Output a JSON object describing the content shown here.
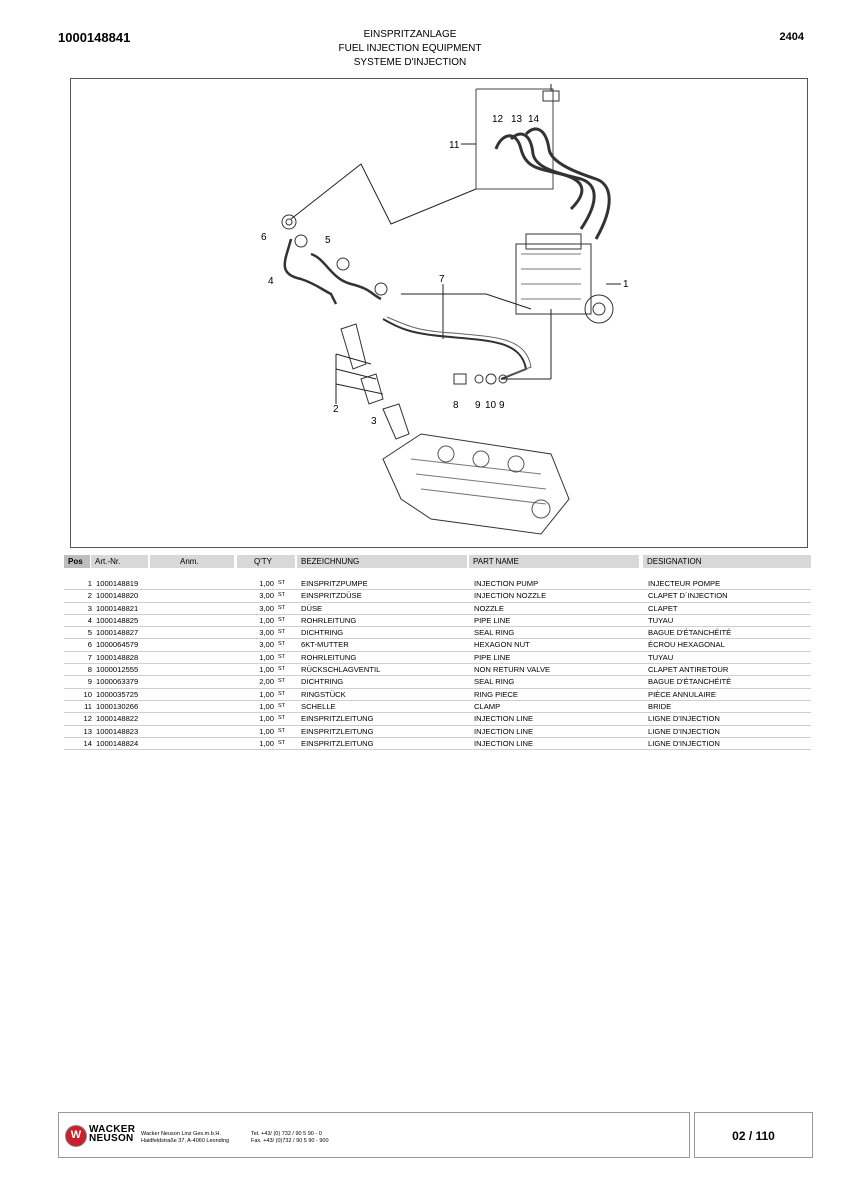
{
  "header": {
    "doc_number": "1000148841",
    "page_code": "2404",
    "title_de": "EINSPRITZANLAGE",
    "title_en": "FUEL INJECTION EQUIPMENT",
    "title_fr": "SYSTEME D'INJECTION"
  },
  "diagram": {
    "callouts": [
      "1",
      "2",
      "3",
      "4",
      "5",
      "6",
      "7",
      "8",
      "9",
      "10",
      "9",
      "11",
      "12",
      "13",
      "14"
    ]
  },
  "table": {
    "columns": {
      "pos": "Pos",
      "art": "Art.-Nr.",
      "anm": "Anm.",
      "qty": "Q'TY",
      "de": "BEZEICHNUNG",
      "en": "PART NAME",
      "fr": "DESIGNATION"
    },
    "rows": [
      {
        "pos": "1",
        "art": "1000148819",
        "qty": "1,00",
        "unit": "ST",
        "de": "EINSPRITZPUMPE",
        "en": "INJECTION PUMP",
        "fr": "INJECTEUR POMPE"
      },
      {
        "pos": "2",
        "art": "1000148820",
        "qty": "3,00",
        "unit": "ST",
        "de": "EINSPRITZDÜSE",
        "en": "INJECTION NOZZLE",
        "fr": "CLAPET D´INJECTION"
      },
      {
        "pos": "3",
        "art": "1000148821",
        "qty": "3,00",
        "unit": "ST",
        "de": "DÜSE",
        "en": "NOZZLE",
        "fr": "CLAPET"
      },
      {
        "pos": "4",
        "art": "1000148825",
        "qty": "1,00",
        "unit": "ST",
        "de": "ROHRLEITUNG",
        "en": "PIPE LINE",
        "fr": "TUYAU"
      },
      {
        "pos": "5",
        "art": "1000148827",
        "qty": "3,00",
        "unit": "ST",
        "de": "DICHTRING",
        "en": "SEAL RING",
        "fr": "BAGUE D'ÉTANCHÉITÉ"
      },
      {
        "pos": "6",
        "art": "1000064579",
        "qty": "3,00",
        "unit": "ST",
        "de": "6KT-MUTTER",
        "en": "HEXAGON NUT",
        "fr": "ÉCROU HEXAGONAL"
      },
      {
        "pos": "7",
        "art": "1000148828",
        "qty": "1,00",
        "unit": "ST",
        "de": "ROHRLEITUNG",
        "en": "PIPE LINE",
        "fr": "TUYAU"
      },
      {
        "pos": "8",
        "art": "1000012555",
        "qty": "1,00",
        "unit": "ST",
        "de": "RÜCKSCHLAGVENTIL",
        "en": "NON RETURN VALVE",
        "fr": "CLAPET ANTIRETOUR"
      },
      {
        "pos": "9",
        "art": "1000063379",
        "qty": "2,00",
        "unit": "ST",
        "de": "DICHTRING",
        "en": "SEAL RING",
        "fr": "BAGUE D'ÉTANCHÉITÉ"
      },
      {
        "pos": "10",
        "art": "1000035725",
        "qty": "1,00",
        "unit": "ST",
        "de": "RINGSTÜCK",
        "en": "RING PIECE",
        "fr": "PIÈCE ANNULAIRE"
      },
      {
        "pos": "11",
        "art": "1000130266",
        "qty": "1,00",
        "unit": "ST",
        "de": "SCHELLE",
        "en": "CLAMP",
        "fr": "BRIDE"
      },
      {
        "pos": "12",
        "art": "1000148822",
        "qty": "1,00",
        "unit": "ST",
        "de": "EINSPRITZLEITUNG",
        "en": "INJECTION LINE",
        "fr": "LIGNE D'INJECTION"
      },
      {
        "pos": "13",
        "art": "1000148823",
        "qty": "1,00",
        "unit": "ST",
        "de": "EINSPRITZLEITUNG",
        "en": "INJECTION LINE",
        "fr": "LIGNE D'INJECTION"
      },
      {
        "pos": "14",
        "art": "1000148824",
        "qty": "1,00",
        "unit": "ST",
        "de": "EINSPRITZLEITUNG",
        "en": "INJECTION LINE",
        "fr": "LIGNE D'INJECTION"
      }
    ]
  },
  "footer": {
    "logo_letter": "W",
    "brand_line1": "WACKER",
    "brand_line2": "NEUSON",
    "company_line1": "Wacker Neuson Linz  Ges.m.b.H.",
    "company_line2": "Haidfeldstraße 37, A-4060 Leonding",
    "contact_line1": "Tel. +43/ (0) 732 / 90 5 90 - 0",
    "contact_line2": "Fax. +43/ (0)732 / 90 5 90 - 900",
    "page": "02 / 110"
  }
}
